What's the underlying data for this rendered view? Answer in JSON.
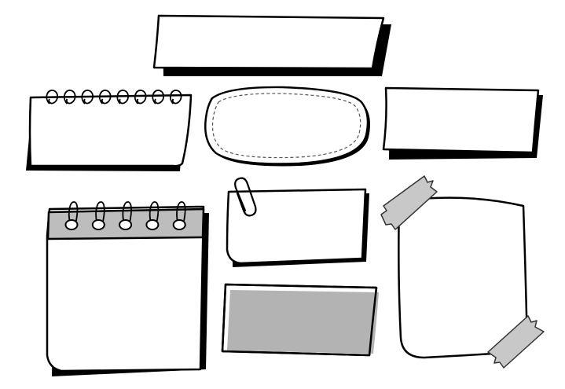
{
  "illustration": {
    "style": "hand-drawn note paper frames",
    "colors": {
      "background": "#ffffff",
      "paper": "#ffffff",
      "ink": "#000000",
      "shadow": "#000000",
      "gray_fill": "#b3b3b3",
      "tape": "#c8c8c8",
      "binding": "#bdbdbd"
    },
    "frames": [
      {
        "name": "banner-frame",
        "kind": "slanted banner with drop shadow"
      },
      {
        "name": "spiral-notepad-small",
        "kind": "spiral-bound notepad",
        "rings": 8
      },
      {
        "name": "dashed-oval-frame",
        "kind": "oval with dashed inner border"
      },
      {
        "name": "shadow-card-right",
        "kind": "card with drop shadow"
      },
      {
        "name": "spiral-notepad-tall",
        "kind": "spiral notepad with gray binding",
        "rings": 5
      },
      {
        "name": "paperclip-note",
        "kind": "note with paper clip"
      },
      {
        "name": "gray-filled-card",
        "kind": "gray filled card"
      },
      {
        "name": "taped-paper",
        "kind": "paper with two tape strips",
        "tapes": 2
      }
    ]
  }
}
